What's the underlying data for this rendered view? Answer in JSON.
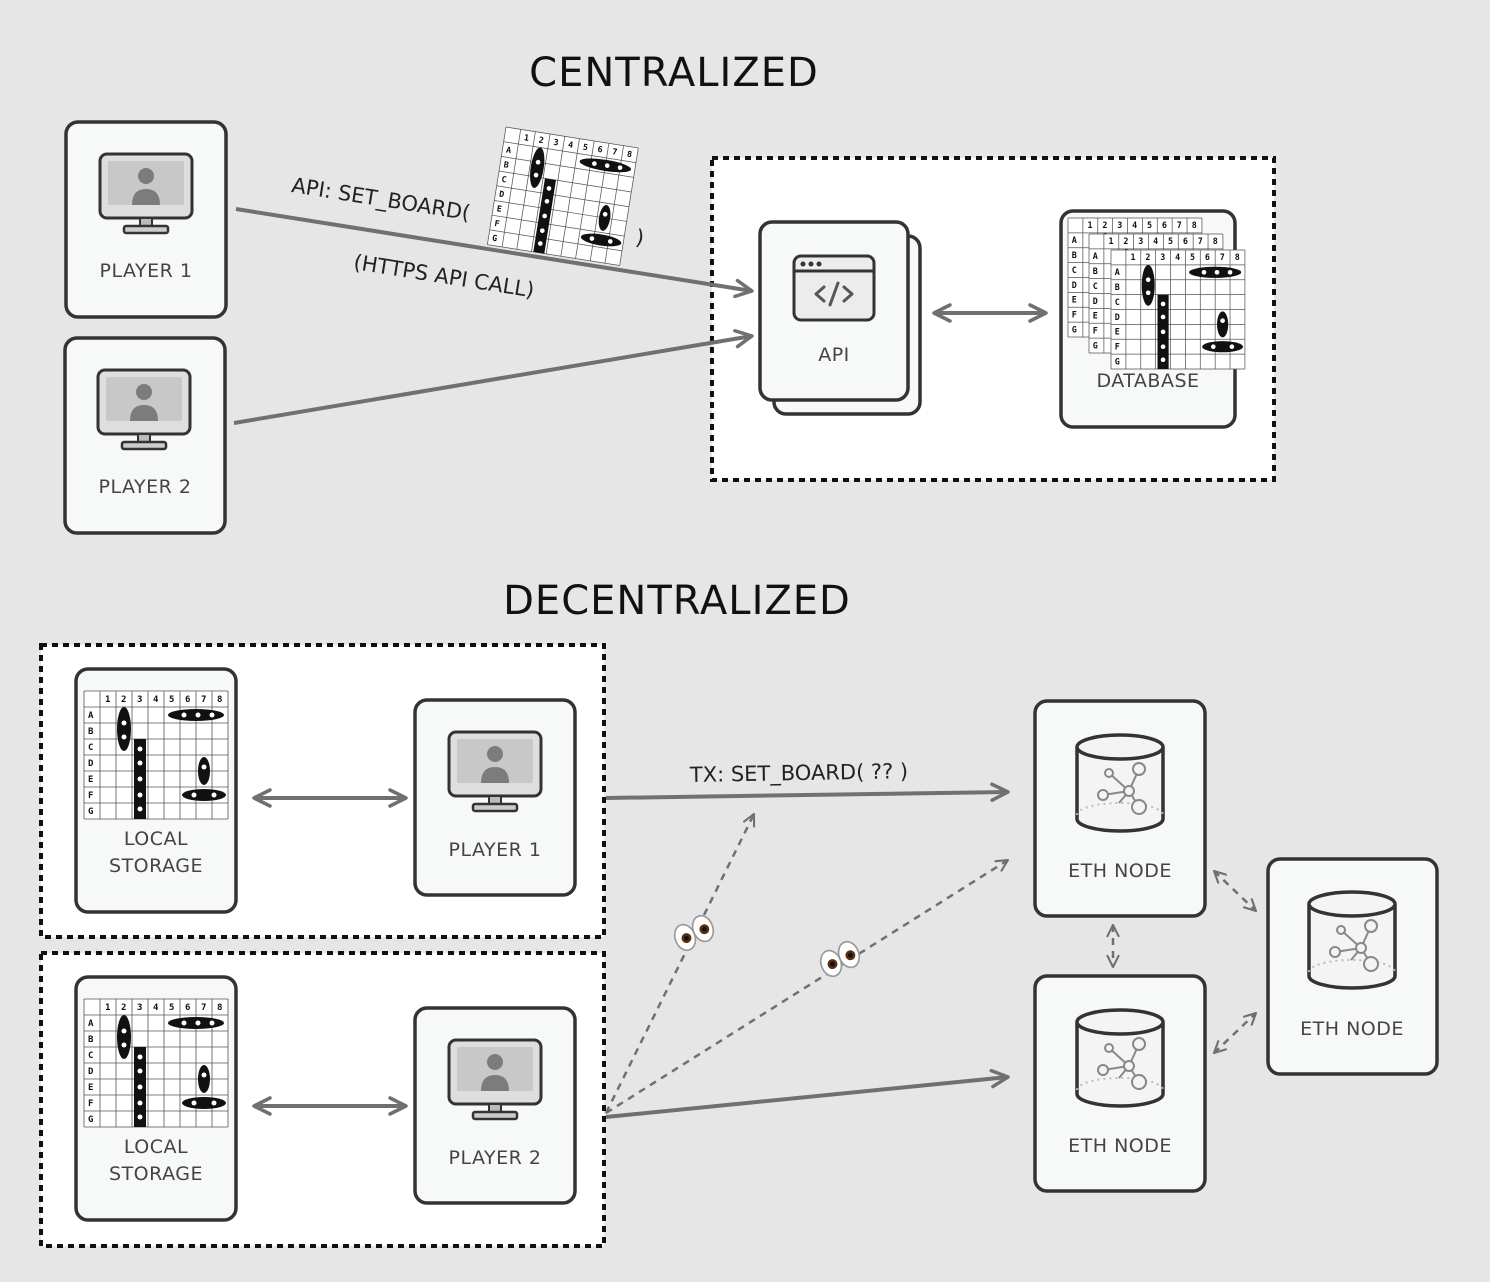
{
  "centralized": {
    "title": "CENTRALIZED",
    "player1_label": "PLAYER 1",
    "player2_label": "PLAYER 2",
    "api_call_prefix": "API: SET_BOARD(",
    "api_call_suffix": ")",
    "api_call_note": "(HTTPS API CALL)",
    "api_label": "API",
    "database_label": "DATABASE"
  },
  "decentralized": {
    "title": "DECENTRALIZED",
    "storage_label_line1": "LOCAL",
    "storage_label_line2": "STORAGE",
    "player1_label": "PLAYER 1",
    "player2_label": "PLAYER 2",
    "tx_call": "TX: SET_BOARD( ?? )",
    "eth_node_label": "ETH NODE"
  },
  "board": {
    "columns": [
      "1",
      "2",
      "3",
      "4",
      "5",
      "6",
      "7",
      "8"
    ],
    "rows": [
      "A",
      "B",
      "C",
      "D",
      "E",
      "F",
      "G"
    ]
  },
  "colors": {
    "background": "#e6e6e6",
    "card_fill": "#f7f8f8",
    "card_stroke": "#333333",
    "arrow": "#707070"
  },
  "icons": [
    "monitor-user-icon",
    "code-window-icon",
    "database-cylinder-icon",
    "eyes-icon",
    "game-board-icon"
  ]
}
